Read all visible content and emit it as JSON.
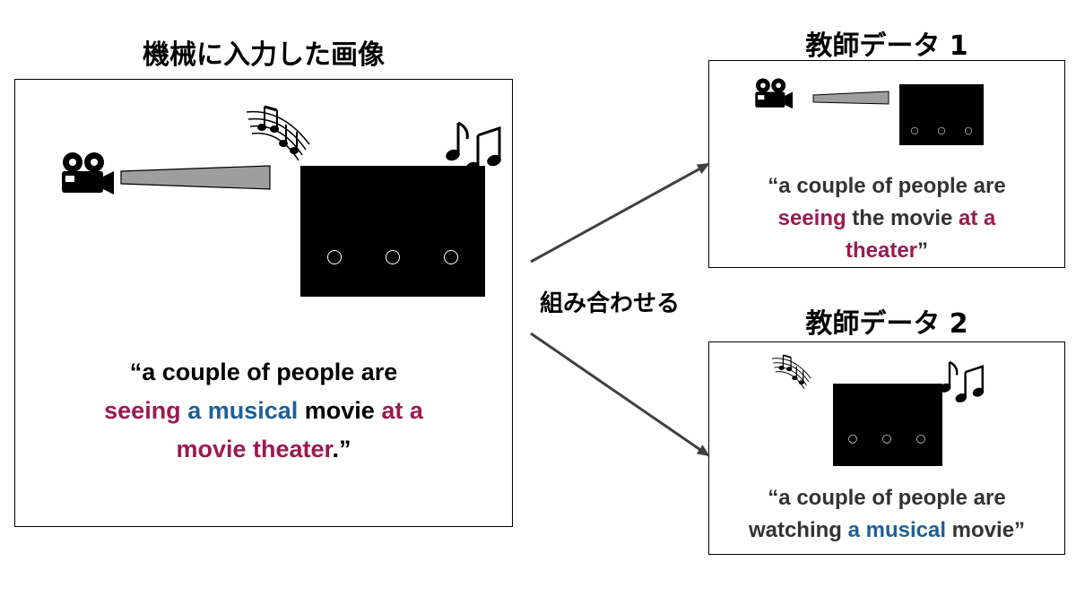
{
  "main": {
    "title": "機械に入力した画像",
    "caption": {
      "l1": "“a couple of people are",
      "l2_a": "seeing",
      "l2_b": " ",
      "l2_c": "a musical",
      "l2_d": " movie ",
      "l2_e": "at a",
      "l3_a": "movie theater",
      "l3_b": ".”"
    }
  },
  "teacher1": {
    "title": "教師データ 1",
    "caption": {
      "l1": "“a couple of people are",
      "l2_a": "seeing",
      "l2_b": " the movie ",
      "l2_c": "at a",
      "l3_a": "theater",
      "l3_b": "”"
    }
  },
  "teacher2": {
    "title": "教師データ 2",
    "caption": {
      "l1": "“a couple of people are",
      "l2_a": "watching ",
      "l2_b": "a musical",
      "l2_c": " movie”"
    }
  },
  "combine_label": "組み合わせる",
  "colors": {
    "pink": "#9b1a52",
    "blue": "#1f5f96",
    "arrow": "#404040",
    "beam": "#9e9e9e"
  },
  "icons": [
    "film-camera-icon",
    "projector-beam-icon",
    "theater-screen-icon",
    "audience-icon",
    "music-notes-icon",
    "sound-wave-notes-icon"
  ]
}
